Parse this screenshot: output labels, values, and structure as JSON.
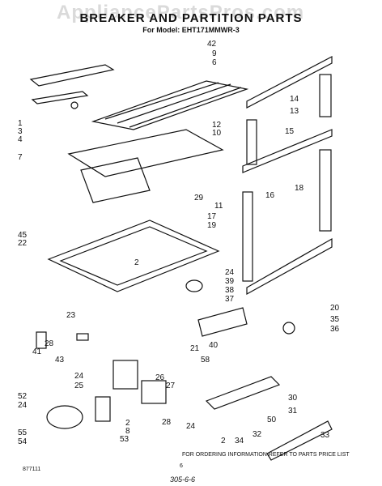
{
  "header": {
    "title": "BREAKER AND PARTITION PARTS",
    "subtitle": "For Model: EHT171MMWR-3",
    "watermark": "AppliancePartsPros.com"
  },
  "callouts": [
    "42",
    "9",
    "6",
    "1",
    "3",
    "4",
    "7",
    "12",
    "10",
    "29",
    "11",
    "17",
    "19",
    "14",
    "13",
    "15",
    "16",
    "18",
    "45",
    "22",
    "2",
    "24",
    "39",
    "38",
    "37",
    "23",
    "41",
    "28",
    "43",
    "24",
    "25",
    "26",
    "27",
    "28",
    "52",
    "24",
    "55",
    "54",
    "2",
    "8",
    "53",
    "24",
    "21",
    "58",
    "40",
    "20",
    "35",
    "36",
    "30",
    "31",
    "50",
    "33",
    "2",
    "34",
    "32"
  ],
  "footer": {
    "code": "877111",
    "note": "FOR ORDERING INFORMATION REFER TO PARTS PRICE LIST",
    "page": "6",
    "handwritten": "305-6-6"
  }
}
